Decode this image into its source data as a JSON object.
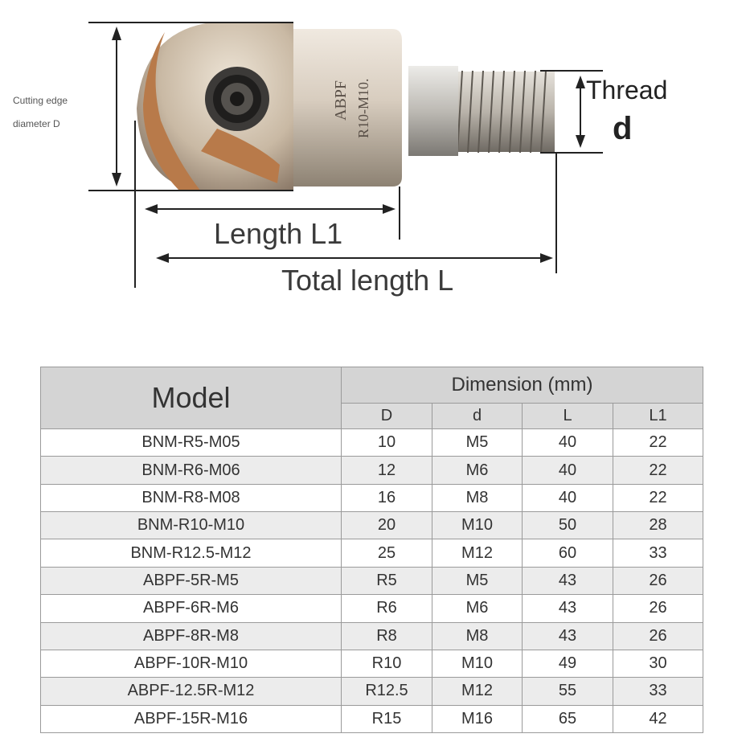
{
  "diagram": {
    "cutting_edge_line1": "Cutting edge",
    "cutting_edge_line2": "diameter D",
    "thread_label": "Thread",
    "d_label": "d",
    "length_l1_label": "Length L1",
    "total_length_label": "Total length L",
    "head_marking_line1": "ABPF",
    "head_marking_line2": "R10-M10."
  },
  "colors": {
    "header_bg": "#d4d4d4",
    "row_alt_bg": "#ececec",
    "coating": "#b87a4a",
    "body_metal": "#d9cfc3"
  },
  "table": {
    "model_header": "Model",
    "dimension_header": "Dimension (mm)",
    "sub_headers": [
      "D",
      "d",
      "L",
      "L1"
    ],
    "rows": [
      [
        "BNM-R5-M05",
        "10",
        "M5",
        "40",
        "22"
      ],
      [
        "BNM-R6-M06",
        "12",
        "M6",
        "40",
        "22"
      ],
      [
        "BNM-R8-M08",
        "16",
        "M8",
        "40",
        "22"
      ],
      [
        "BNM-R10-M10",
        "20",
        "M10",
        "50",
        "28"
      ],
      [
        "BNM-R12.5-M12",
        "25",
        "M12",
        "60",
        "33"
      ],
      [
        "ABPF-5R-M5",
        "R5",
        "M5",
        "43",
        "26"
      ],
      [
        "ABPF-6R-M6",
        "R6",
        "M6",
        "43",
        "26"
      ],
      [
        "ABPF-8R-M8",
        "R8",
        "M8",
        "43",
        "26"
      ],
      [
        "ABPF-10R-M10",
        "R10",
        "M10",
        "49",
        "30"
      ],
      [
        "ABPF-12.5R-M12",
        "R12.5",
        "M12",
        "55",
        "33"
      ],
      [
        "ABPF-15R-M16",
        "R15",
        "M16",
        "65",
        "42"
      ]
    ]
  }
}
